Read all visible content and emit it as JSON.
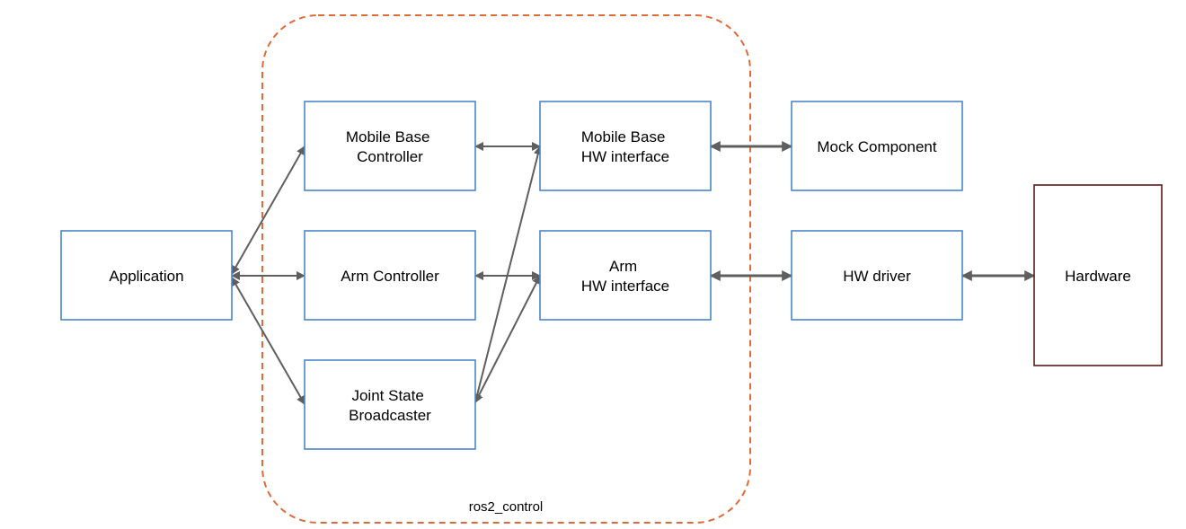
{
  "colors": {
    "node_border": "#4a86c8",
    "hardware_border": "#5a1a1a",
    "group_border": "#e06b3a",
    "edge": "#5f5f5f"
  },
  "group": {
    "label": "ros2_control"
  },
  "nodes": {
    "application": {
      "lines": [
        "Application"
      ]
    },
    "mobile_base_controller": {
      "lines": [
        "Mobile Base",
        "Controller"
      ]
    },
    "arm_controller": {
      "lines": [
        "Arm Controller"
      ]
    },
    "joint_state_broadcaster": {
      "lines": [
        "Joint State",
        "Broadcaster"
      ]
    },
    "mobile_base_hw": {
      "lines": [
        "Mobile Base",
        "HW interface"
      ]
    },
    "arm_hw": {
      "lines": [
        "Arm",
        "HW interface"
      ]
    },
    "mock_component": {
      "lines": [
        "Mock Component"
      ]
    },
    "hw_driver": {
      "lines": [
        "HW driver"
      ]
    },
    "hardware": {
      "lines": [
        "Hardware"
      ]
    }
  },
  "edges": [
    {
      "from": "application",
      "to": "mobile_base_controller",
      "style": "thin"
    },
    {
      "from": "application",
      "to": "arm_controller",
      "style": "thin"
    },
    {
      "from": "application",
      "to": "joint_state_broadcaster",
      "style": "thin"
    },
    {
      "from": "mobile_base_controller",
      "to": "mobile_base_hw",
      "style": "thin"
    },
    {
      "from": "arm_controller",
      "to": "arm_hw",
      "style": "thin"
    },
    {
      "from": "joint_state_broadcaster",
      "to": "mobile_base_hw",
      "style": "thin"
    },
    {
      "from": "joint_state_broadcaster",
      "to": "arm_hw",
      "style": "thin"
    },
    {
      "from": "mobile_base_hw",
      "to": "mock_component",
      "style": "thick"
    },
    {
      "from": "arm_hw",
      "to": "hw_driver",
      "style": "thick"
    },
    {
      "from": "hw_driver",
      "to": "hardware",
      "style": "thick"
    }
  ]
}
